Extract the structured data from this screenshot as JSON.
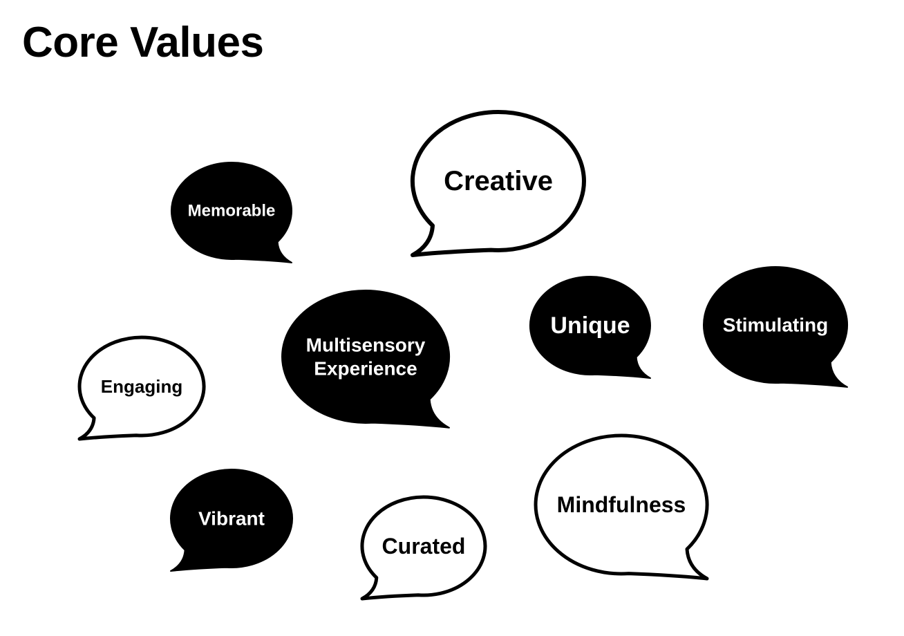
{
  "title": "Core Values",
  "colors": {
    "ink": "#000000",
    "paper": "#ffffff"
  },
  "values": [
    {
      "id": "creative",
      "style": "outline",
      "lines": [
        "Creative"
      ]
    },
    {
      "id": "memorable",
      "style": "filled",
      "lines": [
        "Memorable"
      ]
    },
    {
      "id": "multisensory",
      "style": "filled",
      "lines": [
        "Multisensory",
        "Experience"
      ]
    },
    {
      "id": "unique",
      "style": "filled",
      "lines": [
        "Unique"
      ]
    },
    {
      "id": "stimulating",
      "style": "filled",
      "lines": [
        "Stimulating"
      ]
    },
    {
      "id": "engaging",
      "style": "outline",
      "lines": [
        "Engaging"
      ]
    },
    {
      "id": "vibrant",
      "style": "filled",
      "lines": [
        "Vibrant"
      ]
    },
    {
      "id": "curated",
      "style": "outline",
      "lines": [
        "Curated"
      ]
    },
    {
      "id": "mindfulness",
      "style": "outline",
      "lines": [
        "Mindfulness"
      ]
    }
  ]
}
